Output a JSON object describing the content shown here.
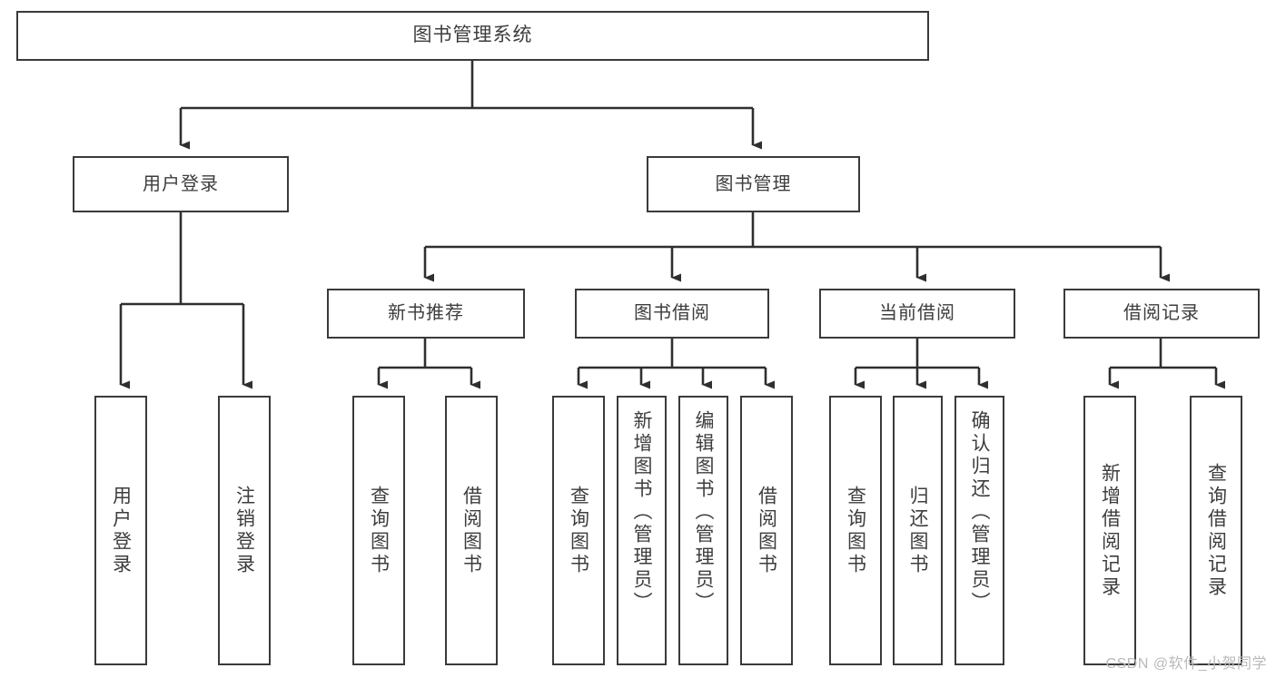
{
  "meta": {
    "title": "图书管理系统 功能结构图",
    "watermark": "CSDN @软件_小贺同学",
    "colors": {
      "box_stroke": "#3a3a3a",
      "text": "#3d3d3d",
      "edge": "#2f2f2f",
      "background": "#ffffff",
      "watermark": "#b9b9b9"
    }
  },
  "chart_data": {
    "type": "diagram",
    "subtype": "tree",
    "orientation": "top-down",
    "title": "图书管理系统",
    "nodes": [
      {
        "id": "root",
        "label": "图书管理系统",
        "level": 0
      },
      {
        "id": "l1a",
        "label": "用户登录",
        "level": 1
      },
      {
        "id": "l1b",
        "label": "图书管理",
        "level": 1
      },
      {
        "id": "l2a",
        "label": "新书推荐",
        "level": 2
      },
      {
        "id": "l2b",
        "label": "图书借阅",
        "level": 2
      },
      {
        "id": "l2c",
        "label": "当前借阅",
        "level": 2
      },
      {
        "id": "l2d",
        "label": "借阅记录",
        "level": 2
      },
      {
        "id": "lf1",
        "label": "用户登录",
        "level": 3
      },
      {
        "id": "lf2",
        "label": "注销登录",
        "level": 3
      },
      {
        "id": "lf3",
        "label": "查询图书",
        "level": 3
      },
      {
        "id": "lf4",
        "label": "借阅图书",
        "level": 3
      },
      {
        "id": "lf5",
        "label": "查询图书",
        "level": 3
      },
      {
        "id": "lf6",
        "label": "新增图书（管理员）",
        "level": 3
      },
      {
        "id": "lf7",
        "label": "编辑图书（管理员）",
        "level": 3
      },
      {
        "id": "lf8",
        "label": "借阅图书",
        "level": 3
      },
      {
        "id": "lf9",
        "label": "查询图书",
        "level": 3
      },
      {
        "id": "lf10",
        "label": "归还图书",
        "level": 3
      },
      {
        "id": "lf11",
        "label": "确认归还（管理员）",
        "level": 3
      },
      {
        "id": "lf12",
        "label": "新增借阅记录",
        "level": 3
      },
      {
        "id": "lf13",
        "label": "查询借阅记录",
        "level": 3
      }
    ],
    "edges": [
      {
        "from": "root",
        "to": "l1a"
      },
      {
        "from": "root",
        "to": "l1b"
      },
      {
        "from": "l1a",
        "to": "lf1"
      },
      {
        "from": "l1a",
        "to": "lf2"
      },
      {
        "from": "l1b",
        "to": "l2a"
      },
      {
        "from": "l1b",
        "to": "l2b"
      },
      {
        "from": "l1b",
        "to": "l2c"
      },
      {
        "from": "l1b",
        "to": "l2d"
      },
      {
        "from": "l2a",
        "to": "lf3"
      },
      {
        "from": "l2a",
        "to": "lf4"
      },
      {
        "from": "l2b",
        "to": "lf5"
      },
      {
        "from": "l2b",
        "to": "lf6"
      },
      {
        "from": "l2b",
        "to": "lf7"
      },
      {
        "from": "l2b",
        "to": "lf8"
      },
      {
        "from": "l2c",
        "to": "lf9"
      },
      {
        "from": "l2c",
        "to": "lf10"
      },
      {
        "from": "l2c",
        "to": "lf11"
      },
      {
        "from": "l2d",
        "to": "lf12"
      },
      {
        "from": "l2d",
        "to": "lf13"
      }
    ]
  },
  "root": {
    "label": "图书管理系统"
  },
  "level1": {
    "user_login": {
      "label": "用户登录"
    },
    "book_manage": {
      "label": "图书管理"
    }
  },
  "level2": {
    "new_book": {
      "label": "新书推荐"
    },
    "book_borrow": {
      "label": "图书借阅"
    },
    "current_borrow": {
      "label": "当前借阅"
    },
    "borrow_record": {
      "label": "借阅记录"
    }
  },
  "leaves": {
    "user_login_1": {
      "label": "用户登录"
    },
    "user_login_2": {
      "label": "注销登录"
    },
    "new_book_1": {
      "label": "查询图书"
    },
    "new_book_2": {
      "label": "借阅图书"
    },
    "borrow_1": {
      "label": "查询图书"
    },
    "borrow_2": {
      "label": "新增图书（管理员）"
    },
    "borrow_3": {
      "label": "编辑图书（管理员）"
    },
    "borrow_4": {
      "label": "借阅图书"
    },
    "current_1": {
      "label": "查询图书"
    },
    "current_2": {
      "label": "归还图书"
    },
    "current_3": {
      "label": "确认归还（管理员）"
    },
    "record_1": {
      "label": "新增借阅记录"
    },
    "record_2": {
      "label": "查询借阅记录"
    }
  },
  "watermark": {
    "text": "CSDN @软件_小贺同学"
  }
}
